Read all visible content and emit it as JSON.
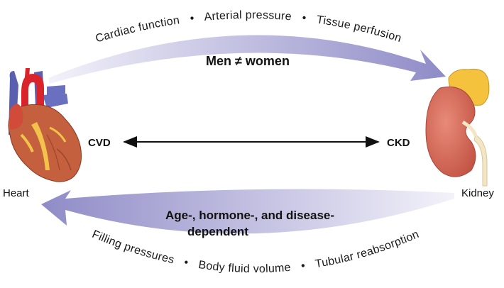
{
  "organs": {
    "heart": "Heart",
    "kidney": "Kidney"
  },
  "relation": {
    "left": "CVD",
    "right": "CKD"
  },
  "top_arc": {
    "band_label": "Men ≠ women",
    "items": [
      "Cardiac function",
      "•",
      "Arterial pressure",
      "•",
      "Tissue perfusion"
    ]
  },
  "bottom_arc": {
    "band_label_line1": "Age-, hormone-, and disease-",
    "band_label_line2": "dependent",
    "items": [
      "Filling pressures",
      "•",
      "Body fluid volume",
      "•",
      "Tubular reabsorption"
    ]
  },
  "colors": {
    "band_light": "#f0eef8",
    "band_dark": "#8a86c4",
    "heart_red": "#d8242a",
    "heart_muscle": "#c4603e",
    "heart_fat": "#f2c24a",
    "vessel_blue": "#5a5fb0",
    "kidney": "#d66a5a",
    "adrenal": "#f4c23c"
  }
}
